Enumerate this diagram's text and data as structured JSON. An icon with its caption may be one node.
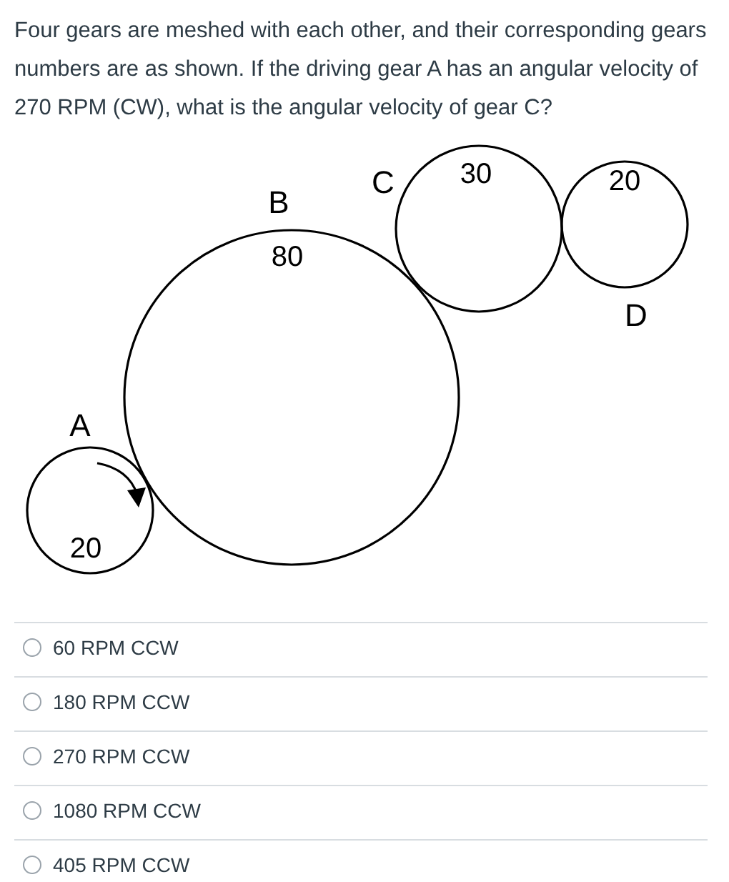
{
  "diagram": {
    "title": "Four gears are meshed with each other, and their corresponding gears numbers are as shown. If the driving gear A has an angular velocity of 270 RPM (CW), what is the angular velocity of gear C?",
    "nodes": [
      {
        "text": [
          "A",
          "20"
        ]
      },
      {
        "text": [
          "B",
          "80"
        ]
      },
      {
        "text": [
          "C",
          "30"
        ]
      },
      {
        "text": [
          "20",
          "D"
        ]
      }
    ],
    "edges": [],
    "labels": [
      "60 RPM CCW",
      "180 RPM CCW",
      "270 RPM CCW",
      "1080 RPM CCW",
      "405 RPM CCW"
    ]
  }
}
